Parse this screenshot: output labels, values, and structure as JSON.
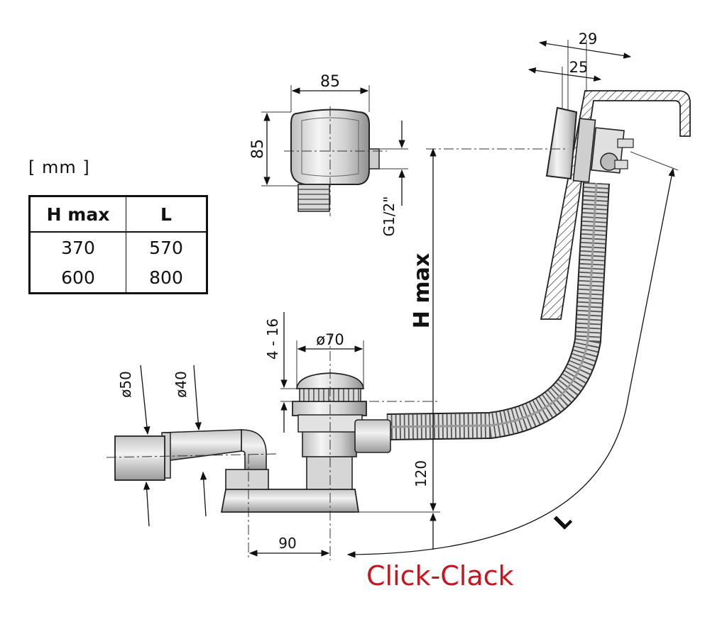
{
  "units": "[ mm ]",
  "table": {
    "headers": [
      "H max",
      "L"
    ],
    "rows": [
      [
        "370",
        "570"
      ],
      [
        "600",
        "800"
      ]
    ]
  },
  "dimensions": {
    "valve_width": "85",
    "valve_height": "85",
    "thread": "G1/2\"",
    "dim_29": "29",
    "dim_25": "25",
    "h_max": "H max",
    "range_4_16": "4 - 16",
    "dia_70": "ø70",
    "dia_50": "ø50",
    "dia_40": "ø40",
    "dim_120": "120",
    "dim_90": "90",
    "length_L": "L"
  },
  "caption": "Click-Clack",
  "colors": {
    "caption": "#c8141e",
    "line": "#111111"
  }
}
